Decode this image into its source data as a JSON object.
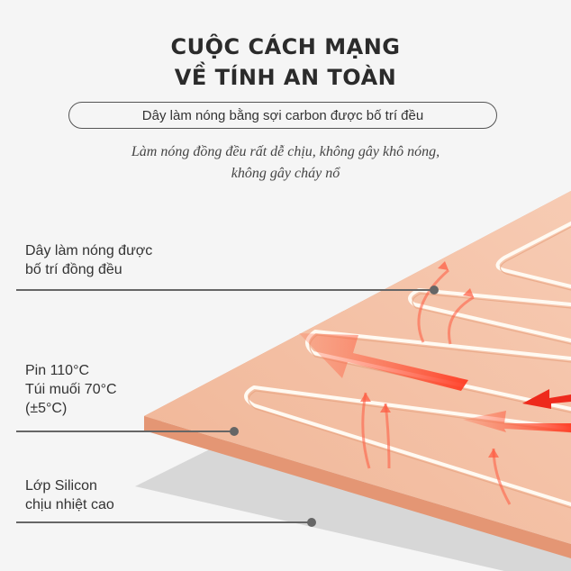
{
  "title": {
    "line1": "CUỘC CÁCH MẠNG",
    "line2": "VỀ TÍNH AN TOÀN"
  },
  "pill_text": "Dây làm nóng bằng sợi carbon được bố trí đều",
  "subtitle": {
    "line1": "Làm nóng đồng đều rất dễ chịu, không gây khô nóng,",
    "line2": "không gây cháy nổ"
  },
  "callouts": [
    {
      "lines": [
        "Dây làm nóng được",
        "bố trí đồng đều"
      ]
    },
    {
      "lines": [
        "Pin 110°C",
        "Túi muối 70°C",
        "(±5°C)"
      ]
    },
    {
      "lines": [
        "Lớp Silicon",
        "chịu nhiệt cao"
      ]
    }
  ],
  "colors": {
    "background": "#f5f5f5",
    "pad_top": "#f4c2a8",
    "pad_edge": "#eba27f",
    "wire": "#fffaf2",
    "arrow": "#ee2a1c",
    "leader": "#666666",
    "text": "#333333"
  }
}
